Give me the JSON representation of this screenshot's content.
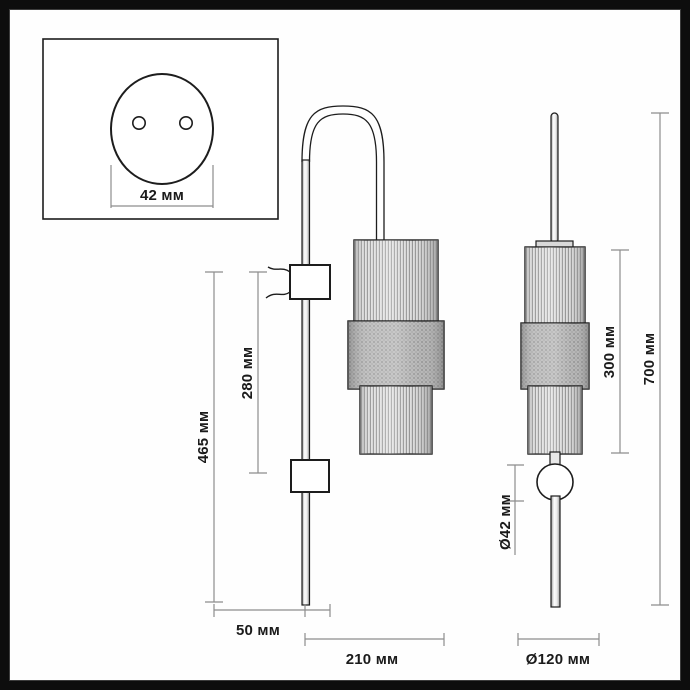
{
  "drawing": {
    "title": "Wall sconce technical drawing",
    "units": "мм",
    "line_color": "#8d8d8d",
    "outline_color": "#1d1d1d",
    "text_color": "#1b1b1b",
    "background": "#ffffff",
    "frame_color": "#0d0d0d"
  },
  "inset": {
    "name": "Mounting plate detail",
    "shape": "circle-with-two-holes",
    "dimension": "42 мм"
  },
  "dimensions": {
    "plate_diameter": "42 мм",
    "cord_total": "465 мм",
    "cord_upper": "280 мм",
    "bracket_offset": "50 мм",
    "projection": "210 мм",
    "body_height": "300 мм",
    "overall_height": "700 мм",
    "rod_diameter": "Ø42 мм",
    "base_diameter": "Ø120 мм"
  },
  "labels": [
    {
      "id": "plate-dia",
      "text": "42 мм",
      "orientation": "horizontal"
    },
    {
      "id": "cord-465",
      "text": "465 мм",
      "orientation": "vertical"
    },
    {
      "id": "cord-280",
      "text": "280 мм",
      "orientation": "vertical"
    },
    {
      "id": "offset-50",
      "text": "50 мм",
      "orientation": "horizontal"
    },
    {
      "id": "proj-210",
      "text": "210 мм",
      "orientation": "horizontal"
    },
    {
      "id": "body-300",
      "text": "300 мм",
      "orientation": "vertical"
    },
    {
      "id": "total-700",
      "text": "700 мм",
      "orientation": "vertical"
    },
    {
      "id": "dia-42",
      "text": "Ø42 мм",
      "orientation": "vertical"
    },
    {
      "id": "dia-120",
      "text": "Ø120 мм",
      "orientation": "horizontal"
    }
  ],
  "views": {
    "front": {
      "name": "front-elevation",
      "parts": [
        "arc-arm",
        "ribbed-cylinder",
        "knurled-band",
        "switch-box",
        "power-cord"
      ]
    },
    "side": {
      "name": "side-elevation",
      "parts": [
        "top-rod",
        "ribbed-cylinder",
        "knurled-band",
        "ball-joint",
        "stem-rod"
      ]
    }
  }
}
